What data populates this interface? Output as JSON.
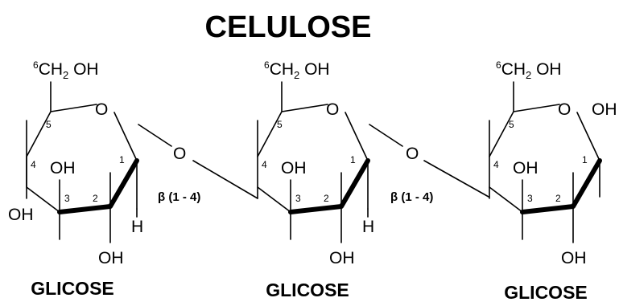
{
  "title": "CELULOSE",
  "units": [
    {
      "name": "GLICOSE",
      "c6_sup": "6",
      "c6_main": "CH",
      "c6_sub": "2",
      "c6_oh": " OH",
      "ring_oxygen": "O",
      "c4_oh": "OH",
      "c3_oh": "OH",
      "c2_oh": "OH",
      "c1_h": "H",
      "c1_oh": "",
      "n1": "1",
      "n2": "2",
      "n3": "3",
      "n4": "4",
      "n5": "5"
    },
    {
      "name": "GLICOSE",
      "c6_sup": "6",
      "c6_main": "CH",
      "c6_sub": "2",
      "c6_oh": " OH",
      "ring_oxygen": "O",
      "c4_oh": "OH",
      "c3_oh": "",
      "c2_oh": "OH",
      "c1_h": "H",
      "c1_oh": "",
      "n1": "1",
      "n2": "2",
      "n3": "3",
      "n4": "4",
      "n5": "5"
    },
    {
      "name": "GLICOSE",
      "c6_sup": "6",
      "c6_main": "CH",
      "c6_sub": "2",
      "c6_oh": " OH",
      "ring_oxygen": "O",
      "c4_oh": "OH",
      "c3_oh": "",
      "c2_oh": "OH",
      "c1_h": "",
      "c1_oh": "OH",
      "n1": "1",
      "n2": "2",
      "n3": "3",
      "n4": "4",
      "n5": "5"
    }
  ],
  "links": [
    {
      "oxygen": "O",
      "label": "β (1 - 4)"
    },
    {
      "oxygen": "O",
      "label": "β (1 - 4)"
    }
  ]
}
